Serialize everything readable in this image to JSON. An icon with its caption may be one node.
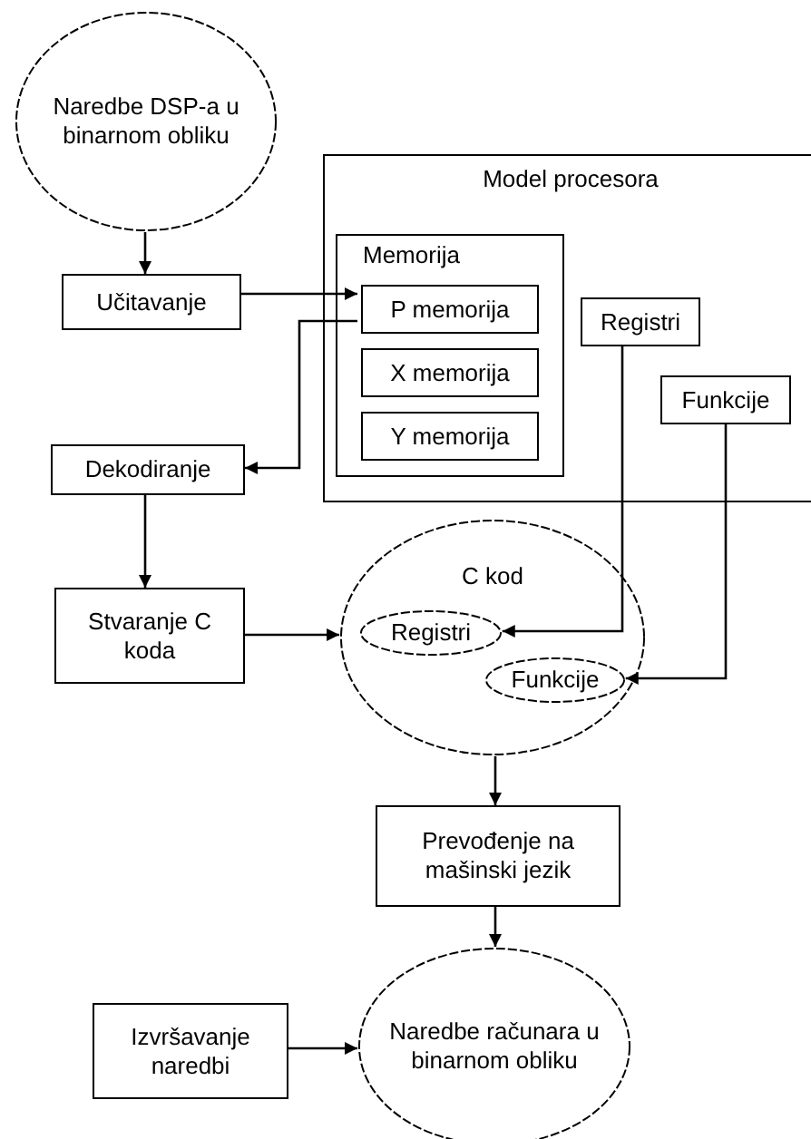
{
  "diagram": {
    "nodes": [
      {
        "text": [
          "Naredbe DSP-a u binarnom obliku"
        ]
      },
      {
        "text": [
          "Model procesora"
        ]
      },
      {
        "text": [
          "Memorija"
        ],
        "in": 1
      },
      {
        "text": [
          "P memorija"
        ],
        "in": 2
      },
      {
        "text": [
          "X memorija"
        ],
        "in": 2
      },
      {
        "text": [
          "Y memorija"
        ],
        "in": 2
      },
      {
        "text": [
          "Registri"
        ],
        "in": 1
      },
      {
        "text": [
          "Funkcije"
        ],
        "in": 1
      },
      {
        "text": [
          "Učitavanje"
        ]
      },
      {
        "text": [
          "Dekodiranje"
        ]
      },
      {
        "text": [
          "Stvaranje C koda"
        ]
      },
      {
        "text": [
          "C kod"
        ]
      },
      {
        "text": [
          "Registri"
        ],
        "in": 11
      },
      {
        "text": [
          "Funkcije"
        ],
        "in": 11
      },
      {
        "text": [
          "Prevođenje na mašinski jezik"
        ]
      },
      {
        "text": [
          "Izvršavanje naredbi"
        ]
      },
      {
        "text": [
          "Naredbe računara u binarnom obliku"
        ]
      }
    ],
    "edges": [
      {
        "from": 0,
        "to": 8,
        "arrow": "to"
      },
      {
        "from": 8,
        "to": 3,
        "arrow": "to"
      },
      {
        "from": 3,
        "to": 9,
        "arrow": "to"
      },
      {
        "from": 9,
        "to": 10,
        "arrow": "to"
      },
      {
        "from": 10,
        "to": 11,
        "arrow": "to"
      },
      {
        "from": 6,
        "to": 12,
        "arrow": "to"
      },
      {
        "from": 7,
        "to": 13,
        "arrow": "to"
      },
      {
        "from": 11,
        "to": 14,
        "arrow": "to"
      },
      {
        "from": 14,
        "to": 16,
        "arrow": "to"
      },
      {
        "from": 15,
        "to": 16,
        "arrow": "to"
      }
    ]
  }
}
